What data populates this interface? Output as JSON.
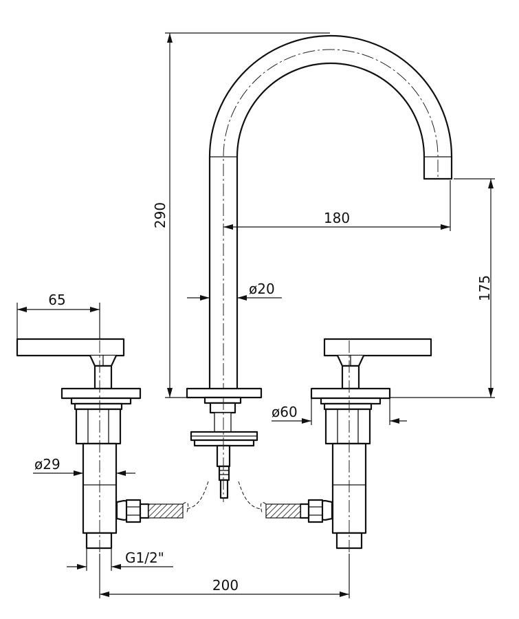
{
  "dimensions": {
    "total_height": "290",
    "spout_reach": "180",
    "spout_outlet_height": "175",
    "spout_diameter": "ø20",
    "handle_length": "65",
    "base_diameter": "ø60",
    "body_diameter": "ø29",
    "inlet_thread": "G1/2\"",
    "center_distance": "200"
  },
  "colors": {
    "line": "#111111",
    "background": "#ffffff"
  }
}
